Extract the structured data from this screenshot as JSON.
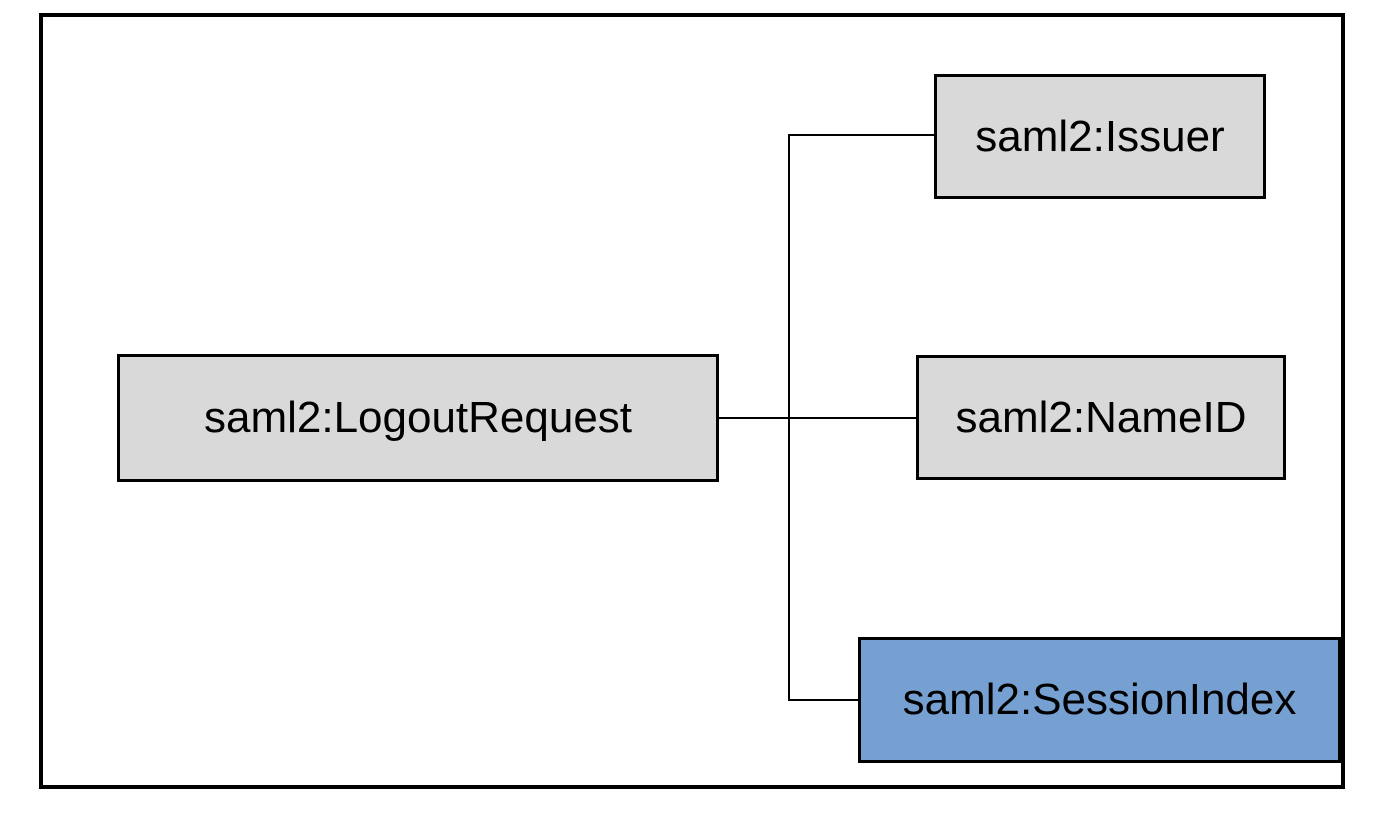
{
  "diagram": {
    "background": "#ffffff",
    "nodes": {
      "logout_request": {
        "label": "saml2:LogoutRequest",
        "fill": "#d9d9d9"
      },
      "issuer": {
        "label": "saml2:Issuer",
        "fill": "#d9d9d9"
      },
      "name_id": {
        "label": "saml2:NameID",
        "fill": "#d9d9d9"
      },
      "session_index": {
        "label": "saml2:SessionIndex",
        "fill": "#76a0d2"
      }
    },
    "colors": {
      "node_border": "#000000",
      "frame_border": "#000000",
      "connector": "#000000",
      "text": "#000000"
    }
  }
}
